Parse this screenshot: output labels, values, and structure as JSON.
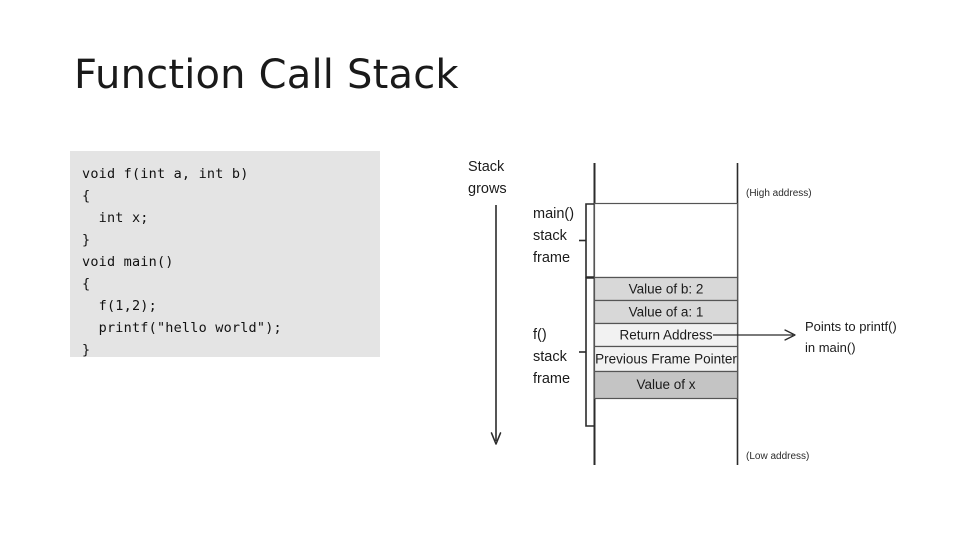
{
  "slide": {
    "title": "Function Call Stack",
    "background_color": "#ffffff"
  },
  "code_block": {
    "background_color": "#e4e4e4",
    "language": "c",
    "lines": [
      "void f(int a, int b)",
      "{",
      "  int x;",
      "}",
      "void main()",
      "{",
      "  f(1,2);",
      "  printf(\"hello world\");",
      "}"
    ],
    "text": "void f(int a, int b)\n{\n  int x;\n}\nvoid main()\n{\n  f(1,2);\n  printf(\"hello world\");\n}"
  },
  "diagram": {
    "growth_label_line1": "Stack",
    "growth_label_line2": "grows",
    "growth_arrow_direction": "down",
    "frames": [
      {
        "name": "main-frame",
        "label_lines": [
          "main()",
          "stack",
          "frame"
        ],
        "brace": "left-square-brace"
      },
      {
        "name": "f-frame",
        "label_lines": [
          "f()",
          "stack",
          "frame"
        ],
        "brace": "left-square-brace"
      }
    ],
    "slots": [
      {
        "label": "Value of b: 2",
        "fill": "#d8d8d8"
      },
      {
        "label": "Value of a: 1",
        "fill": "#d8d8d8"
      },
      {
        "label": "Return Address",
        "fill": "#f2f2f2"
      },
      {
        "label": "Previous Frame Pointer",
        "fill": "#f2f2f2"
      },
      {
        "label": "Value of x",
        "fill": "#c4c4c4"
      }
    ],
    "address_top": "(High address)",
    "address_bottom": "(Low address)",
    "callout": {
      "line1": "Points to printf()",
      "line2": "in main()",
      "target_slot": "Return Address"
    }
  }
}
